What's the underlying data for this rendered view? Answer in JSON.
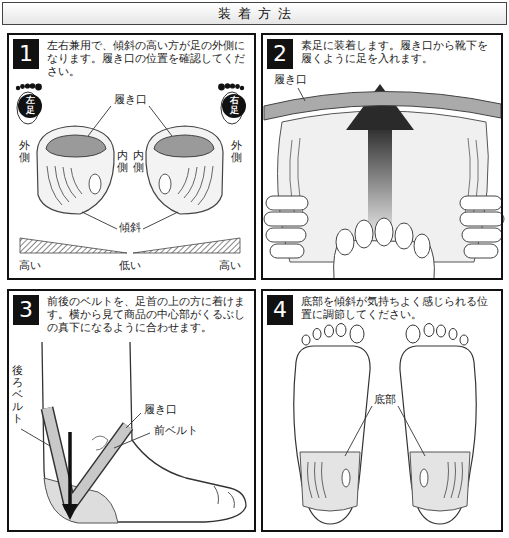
{
  "diagram": {
    "title": "装着方法",
    "nodes": [
      {
        "text": [
          "左右兼用で、傾斜の高い方が足の外側になります。履き口の位置を確認してください。"
        ]
      },
      {
        "text": [
          "1"
        ],
        "in": 0
      },
      {
        "text": [
          "左足"
        ],
        "in": 0
      },
      {
        "text": [
          "右足"
        ],
        "in": 0
      },
      {
        "text": [
          "素足に装着します。履き口から靴下を履くように足を入れます。"
        ]
      },
      {
        "text": [
          "2"
        ],
        "in": 4
      },
      {
        "text": [
          "前後のベルトを、足首の上の方に着けます。横から見て商品の中心部がくるぶしの真下になるように合わせます。"
        ]
      },
      {
        "text": [
          "3"
        ],
        "in": 6
      },
      {
        "text": [
          "底部を傾斜が気持ちよく感じられる位置に調節してください。"
        ]
      },
      {
        "text": [
          "4"
        ],
        "in": 8
      }
    ],
    "labels": [
      "履き口",
      "外側",
      "内側",
      "内側",
      "外側",
      "傾斜",
      "高い",
      "低い",
      "高い",
      "履き口",
      "後ろベルト",
      "履き口",
      "前ベルト",
      "底部"
    ]
  }
}
